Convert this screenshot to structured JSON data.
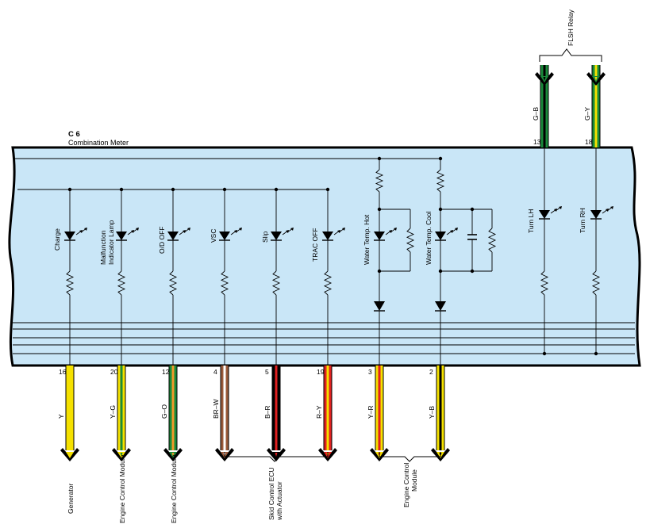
{
  "meter": {
    "connector": "C 6",
    "name": "Combination Meter",
    "background_color": "#c9e6f7"
  },
  "top_group": {
    "label": "FLSH Relay",
    "wires": [
      {
        "color_code": "G–B",
        "pin": "13",
        "colors": [
          "#1a8a3a",
          "#000000"
        ]
      },
      {
        "color_code": "G–Y",
        "pin": "18",
        "colors": [
          "#1a8a3a",
          "#f5e100"
        ]
      }
    ]
  },
  "indicators": [
    {
      "label": "Charge",
      "type": "led",
      "pin": "16",
      "color_code": "Y",
      "colors": [
        "#f5e100"
      ]
    },
    {
      "label": "Malfunction Indicator Lamp",
      "label_lines": [
        "Malfunction",
        "Indicator Lamp"
      ],
      "type": "led",
      "pin": "20",
      "color_code": "Y–G",
      "colors": [
        "#f5e100",
        "#1a8a3a"
      ]
    },
    {
      "label": "O/D OFF",
      "type": "led",
      "pin": "12",
      "color_code": "G–O",
      "colors": [
        "#1a8a3a",
        "#f29a2a"
      ]
    },
    {
      "label": "VSC",
      "type": "led",
      "pin": "4",
      "color_code": "BR–W",
      "colors": [
        "#9a5a3a",
        "#ffffff"
      ]
    },
    {
      "label": "Slip",
      "type": "led",
      "pin": "5",
      "color_code": "B–R",
      "colors": [
        "#000000",
        "#e02020"
      ]
    },
    {
      "label": "TRAC OFF",
      "type": "led",
      "pin": "19",
      "color_code": "R–Y",
      "colors": [
        "#e02020",
        "#f5e100"
      ]
    },
    {
      "label": "Water Temp. Hot",
      "type": "water",
      "pin": "3",
      "color_code": "Y–R",
      "colors": [
        "#f5e100",
        "#e02020"
      ]
    },
    {
      "label": "Water Temp. Cool",
      "type": "water",
      "pin": "2",
      "color_code": "Y–B",
      "colors": [
        "#f5e100",
        "#000000"
      ]
    },
    {
      "label": "Turn LH",
      "type": "turn"
    },
    {
      "label": "Turn RH",
      "type": "turn"
    }
  ],
  "destinations": [
    {
      "label": "Generator",
      "lines": [
        "Generator"
      ]
    },
    {
      "label": "Engine Control Module",
      "lines": [
        "Engine Control Module"
      ]
    },
    {
      "label": "Engine Control Module",
      "lines": [
        "Engine Control Module"
      ]
    },
    {
      "label": "Skid Control ECU with Actuator",
      "lines": [
        "Skid Control ECU",
        "with Actuator"
      ]
    },
    {
      "label": "Engine Control Module",
      "lines": [
        "Engine Control",
        "Module"
      ]
    }
  ]
}
